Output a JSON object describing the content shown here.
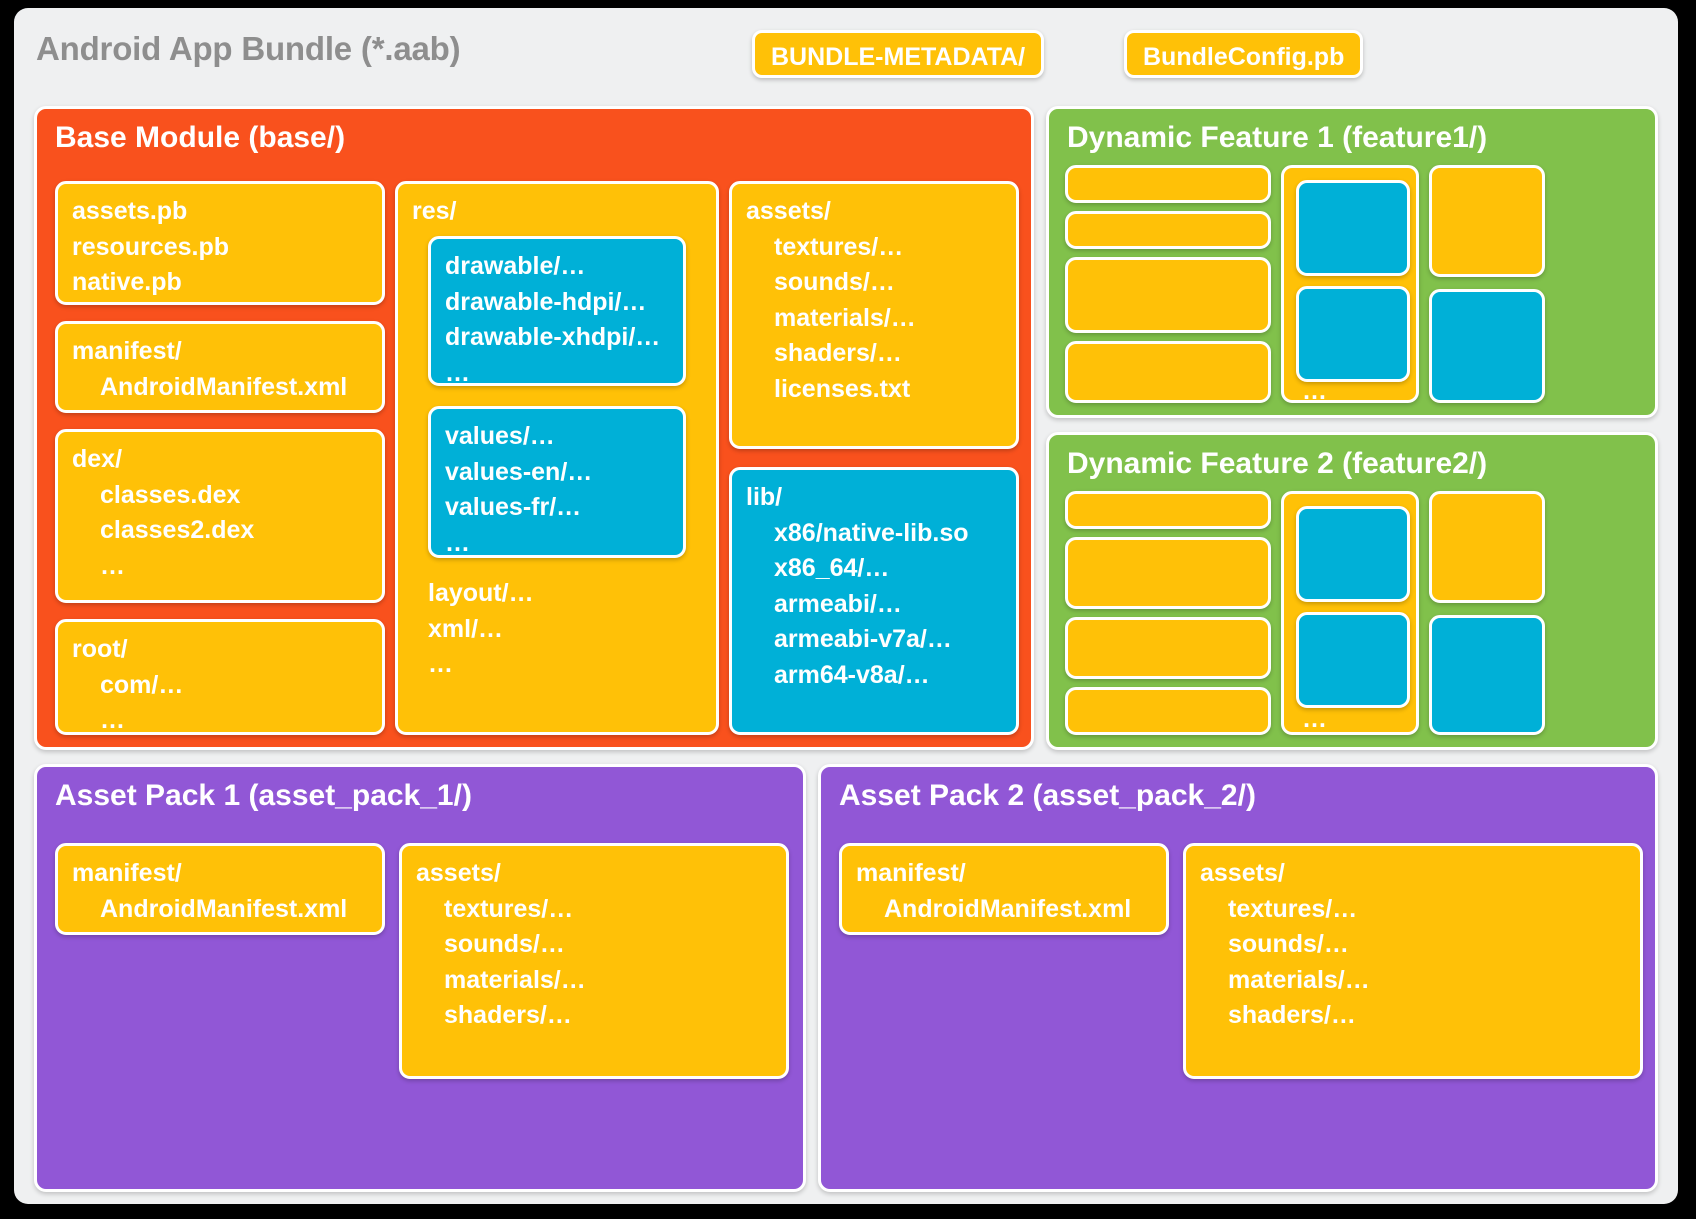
{
  "header": {
    "title": "Android App Bundle (*.aab)",
    "chips": [
      {
        "label": "BUNDLE-METADATA/"
      },
      {
        "label": "BundleConfig.pb"
      }
    ]
  },
  "base_module": {
    "title": "Base Module (base/)",
    "boxes": {
      "protos": {
        "lines": [
          "assets.pb",
          "resources.pb",
          "native.pb"
        ]
      },
      "manifest": {
        "line1": "manifest/",
        "line2": "AndroidManifest.xml"
      },
      "dex": {
        "line1": "dex/",
        "line2": "classes.dex",
        "line3": "classes2.dex",
        "line4": "…"
      },
      "root": {
        "line1": "root/",
        "line2": "com/…",
        "line3": "…"
      },
      "res": {
        "label": "res/",
        "drawable": {
          "line1": "drawable/…",
          "line2": "drawable-hdpi/…",
          "line3": "drawable-xhdpi/…",
          "line4": "…"
        },
        "values": {
          "line1": "values/…",
          "line2": "values-en/…",
          "line3": "values-fr/…",
          "line4": "…"
        },
        "tail": {
          "line1": "layout/…",
          "line2": "xml/…",
          "line3": "…"
        }
      },
      "assets": {
        "label": "assets/",
        "line2": "textures/…",
        "line3": "sounds/…",
        "line4": "materials/…",
        "line5": "shaders/…",
        "line6": "licenses.txt"
      },
      "lib": {
        "label": "lib/",
        "line2": "x86/native-lib.so",
        "line3": "x86_64/…",
        "line4": "armeabi/…",
        "line5": "armeabi-v7a/…",
        "line6": "arm64-v8a/…"
      }
    }
  },
  "dynamic_features": [
    {
      "title": "Dynamic Feature 1 (feature1/)",
      "ellipsis": "…"
    },
    {
      "title": "Dynamic Feature 2 (feature2/)",
      "ellipsis": "…"
    }
  ],
  "asset_packs": [
    {
      "title": "Asset Pack 1 (asset_pack_1/)",
      "manifest": {
        "line1": "manifest/",
        "line2": "AndroidManifest.xml"
      },
      "assets": {
        "label": "assets/",
        "line2": "textures/…",
        "line3": "sounds/…",
        "line4": "materials/…",
        "line5": "shaders/…"
      }
    },
    {
      "title": "Asset Pack 2 (asset_pack_2/)",
      "manifest": {
        "line1": "manifest/",
        "line2": "AndroidManifest.xml"
      },
      "assets": {
        "label": "assets/",
        "line2": "textures/…",
        "line3": "sounds/…",
        "line4": "materials/…",
        "line5": "shaders/…"
      }
    }
  ],
  "colors": {
    "background": "#000000",
    "panel": "#eff0f1",
    "base_module": "#f9511d",
    "feature_module": "#81c14b",
    "asset_pack": "#9157d6",
    "yellow": "#ffc107",
    "cyan": "#00b0d7",
    "title_grey": "#8e8e8e",
    "white": "#ffffff"
  }
}
